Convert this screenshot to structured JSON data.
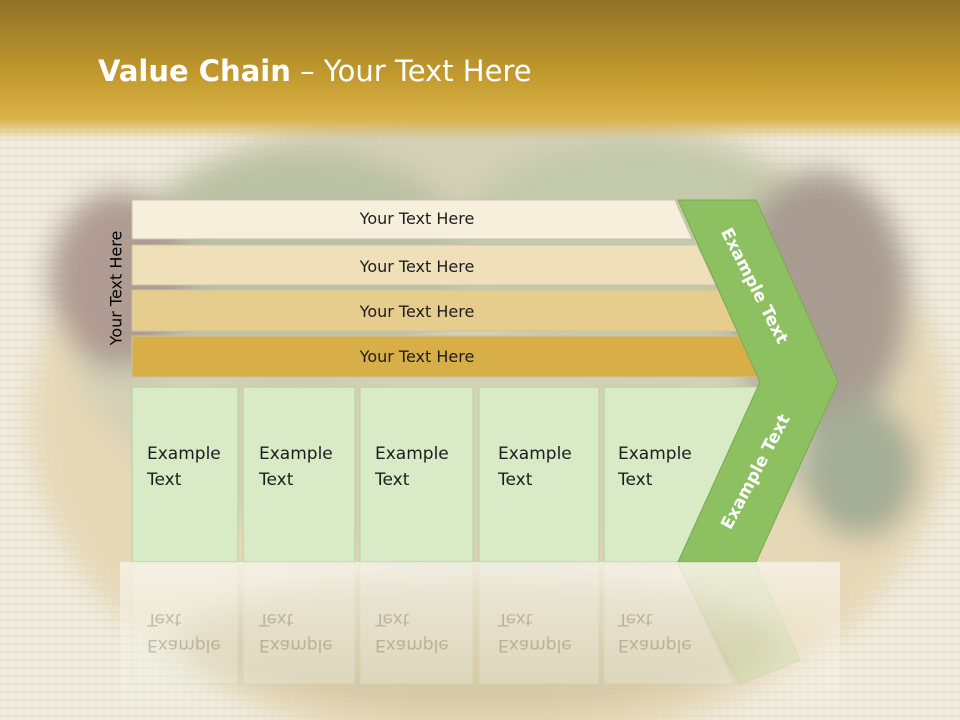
{
  "slide": {
    "title_bold": "Value Chain",
    "title_rest": " – Your Text Here",
    "side_label": "Your Text Here"
  },
  "rows": [
    {
      "label": "Your Text Here",
      "color": "#f6efdc"
    },
    {
      "label": "Your Text Here",
      "color": "#efe0ba"
    },
    {
      "label": "Your Text Here",
      "color": "#e6cd8d"
    },
    {
      "label": "Your Text Here",
      "color": "#d7ae47"
    }
  ],
  "boxes": [
    {
      "line1": "Example",
      "line2": "Text"
    },
    {
      "line1": "Example",
      "line2": "Text"
    },
    {
      "line1": "Example",
      "line2": "Text"
    },
    {
      "line1": "Example",
      "line2": "Text"
    },
    {
      "line1": "Example",
      "line2": "Text"
    }
  ],
  "chevron": {
    "top_label": "Example Text",
    "bottom_label": "Example Text",
    "color": "#8cc060"
  },
  "colors": {
    "box_fill": "#d8eac6",
    "box_border": "#b9cfa3"
  }
}
